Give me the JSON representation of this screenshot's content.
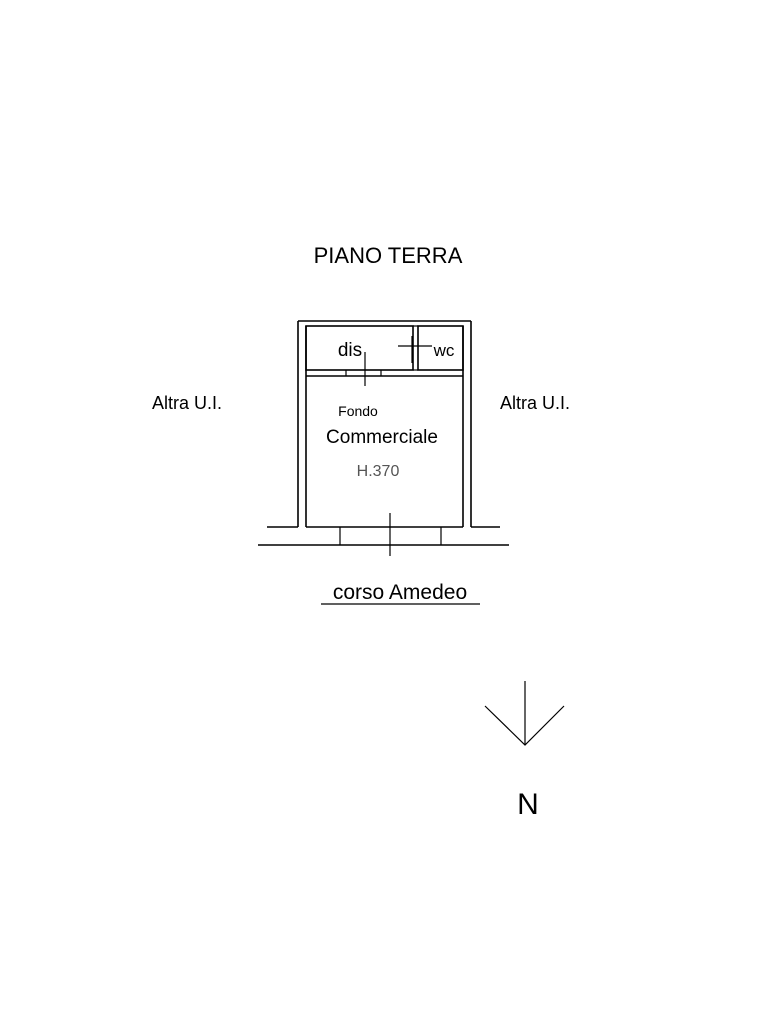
{
  "floor": {
    "title": "PIANO TERRA",
    "rooms": {
      "dis": "dis",
      "wc": "wc",
      "shop_line1": "Fondo",
      "shop_line2": "Commerciale",
      "height": "H.370"
    },
    "neighbors": {
      "left": "Altra U.I.",
      "right": "Altra U.I."
    },
    "street": "corso Amedeo",
    "north": "N"
  },
  "colors": {
    "line": "#000000",
    "background": "#ffffff",
    "height_text": "#555555"
  }
}
